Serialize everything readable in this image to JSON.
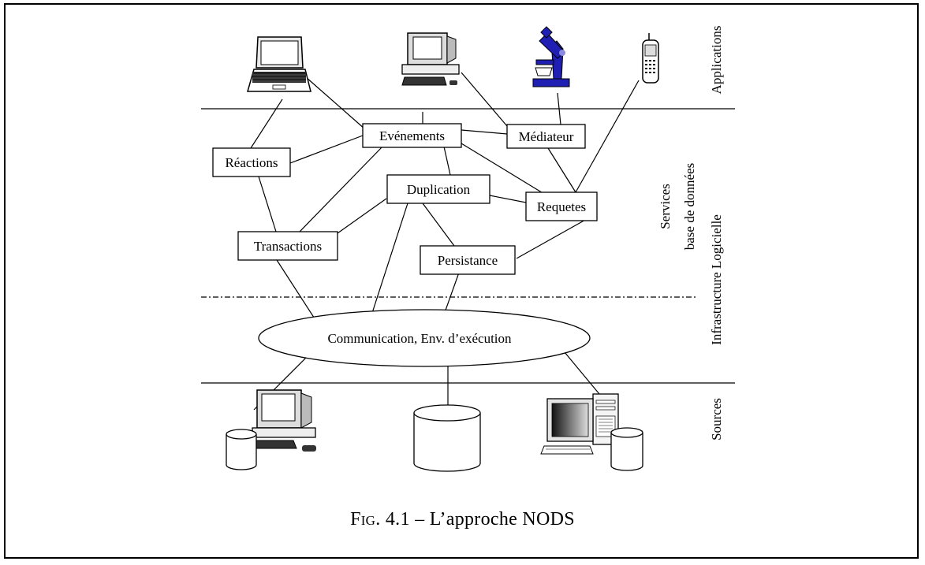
{
  "layers": {
    "applications": "Applications",
    "services_line1": "Services",
    "services_line2": "base de données",
    "infrastructure": "Infrastructure Logicielle",
    "sources": "Sources"
  },
  "nodes": {
    "evenements": "Evénements",
    "mediateur": "Médiateur",
    "reactions": "Réactions",
    "duplication": "Duplication",
    "requetes": "Requetes",
    "transactions": "Transactions",
    "persistance": "Persistance",
    "communication": "Communication, Env. d’exécution"
  },
  "caption": {
    "fig": "Fig. 4.1",
    "separator": "–",
    "title": "L’approche NODS"
  }
}
